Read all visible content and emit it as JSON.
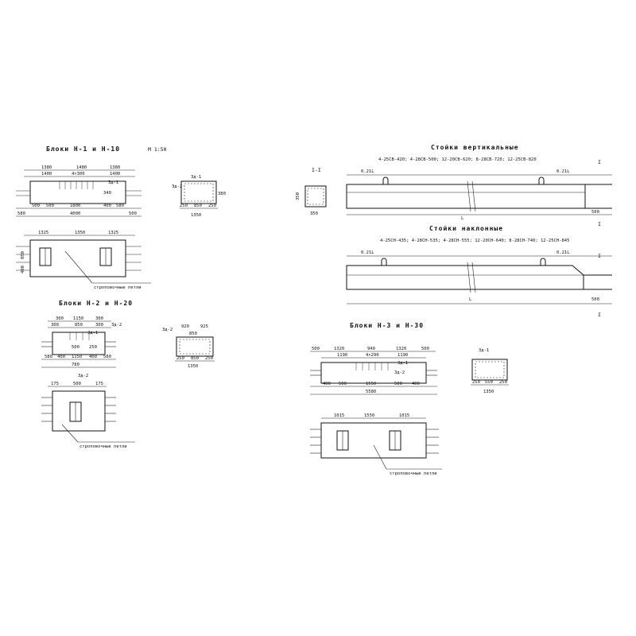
{
  "sheet": {
    "block1": {
      "title": "Блоки Н-1 и Н-10",
      "scale": "М 1:50",
      "top_dims": [
        "1380",
        "1480",
        "1380"
      ],
      "sub_dims": [
        "1400",
        "4×300",
        "1400"
      ],
      "mark_340": "340",
      "mark_zd1": "Зд-1",
      "bottom_dims": [
        "500",
        "500",
        "1800",
        "400",
        "580"
      ],
      "total": "4000",
      "outer_left": "580",
      "outer_right": "500",
      "sec_mark": "Зд-1",
      "sec_mark2": "Зд-2",
      "sec_h": "380",
      "sec_dims": [
        "250",
        "850",
        "250"
      ],
      "sec_total": "1350",
      "plan_dims": [
        "1325",
        "1350",
        "1325"
      ],
      "plan_side": [
        "850",
        "400"
      ],
      "lifting": "строповочные петли"
    },
    "block2": {
      "title": "Блоки Н-2 и Н-20",
      "top_dims": [
        "300",
        "1150",
        "300"
      ],
      "sub_dims": [
        "300",
        "850",
        "300"
      ],
      "marks": [
        "Зд-1",
        "Зд-2"
      ],
      "mid_dims": [
        "500",
        "250"
      ],
      "bottom_dims": [
        "580",
        "400",
        "1150",
        "400",
        "580"
      ],
      "total": "780",
      "plan_mark": "Зд-2",
      "plan_dims": [
        "175",
        "500",
        "175"
      ],
      "sec_mark": "Зд-2",
      "sec_dims_top": [
        "920",
        "925"
      ],
      "sec_mid": "850",
      "sec_bottom": [
        "250",
        "850",
        "250"
      ],
      "sec_total": "1350",
      "lifting": "строповочные петли"
    },
    "block3": {
      "title": "Блоки Н-3 и Н-30",
      "top_dims": [
        "500",
        "1320",
        "940",
        "1320",
        "500"
      ],
      "sub_dims": [
        "1190",
        "4×290",
        "1190"
      ],
      "marks": [
        "Зд-1",
        "Зд-2"
      ],
      "bottom_dims": [
        "400",
        "500",
        "1550",
        "500",
        "400"
      ],
      "total": "5580",
      "plan_dims": [
        "1015",
        "1550",
        "1015"
      ],
      "sec_mark": "Зд-1",
      "sec_dims": [
        "250",
        "550",
        "250"
      ],
      "sec_total": "1350",
      "lifting": "строповочные петли"
    },
    "posts_vertical": {
      "title": "Стойки вертикальные",
      "list": "4-25СВ-420; 4-28СВ-500; 12-20СВ-620; 8-28СВ-720; 12-25СВ-820",
      "sec_label": "I-I",
      "sec_side": "350",
      "sec_bottom": "350",
      "dim_left": "0.21L",
      "dim_right": "0.21L",
      "length": "L",
      "end_dim": "500",
      "cut_mark": "I"
    },
    "posts_inclined": {
      "title": "Стойки наклонные",
      "list": "4-25СН-435; 4-28СН-535; 4-28СН-555; 12-20СН-640; 8-28СН-740; 12-25СН-845",
      "dim_left": "0.21L",
      "dim_right": "0.21L",
      "length": "L",
      "end_dim": "500",
      "cut_mark": "I"
    }
  }
}
